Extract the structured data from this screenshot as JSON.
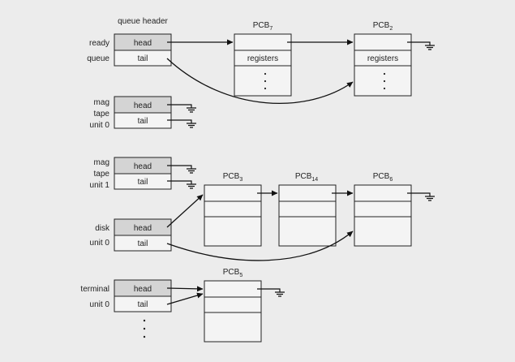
{
  "header_label": "queue header",
  "field_head": "head",
  "field_tail": "tail",
  "field_registers": "registers",
  "queues": [
    {
      "id": "ready",
      "label_line1": "ready",
      "label_line2": "queue",
      "label_line3": ""
    },
    {
      "id": "mag0",
      "label_line1": "mag",
      "label_line2": "tape",
      "label_line3": "unit 0"
    },
    {
      "id": "mag1",
      "label_line1": "mag",
      "label_line2": "tape",
      "label_line3": "unit 1"
    },
    {
      "id": "disk",
      "label_line1": "disk",
      "label_line2": "unit 0",
      "label_line3": ""
    },
    {
      "id": "terminal",
      "label_line1": "terminal",
      "label_line2": "unit 0",
      "label_line3": ""
    }
  ],
  "pcbs": [
    {
      "id": "pcb7",
      "name": "PCB",
      "sub": "7"
    },
    {
      "id": "pcb2",
      "name": "PCB",
      "sub": "2"
    },
    {
      "id": "pcb3",
      "name": "PCB",
      "sub": "3"
    },
    {
      "id": "pcb14",
      "name": "PCB",
      "sub": "14"
    },
    {
      "id": "pcb6",
      "name": "PCB",
      "sub": "6"
    },
    {
      "id": "pcb5",
      "name": "PCB",
      "sub": "5"
    }
  ],
  "colors": {
    "background": "#ececec",
    "cell_dark": "#d4d4d4",
    "cell_light": "#f4f4f4",
    "line": "#111111"
  }
}
